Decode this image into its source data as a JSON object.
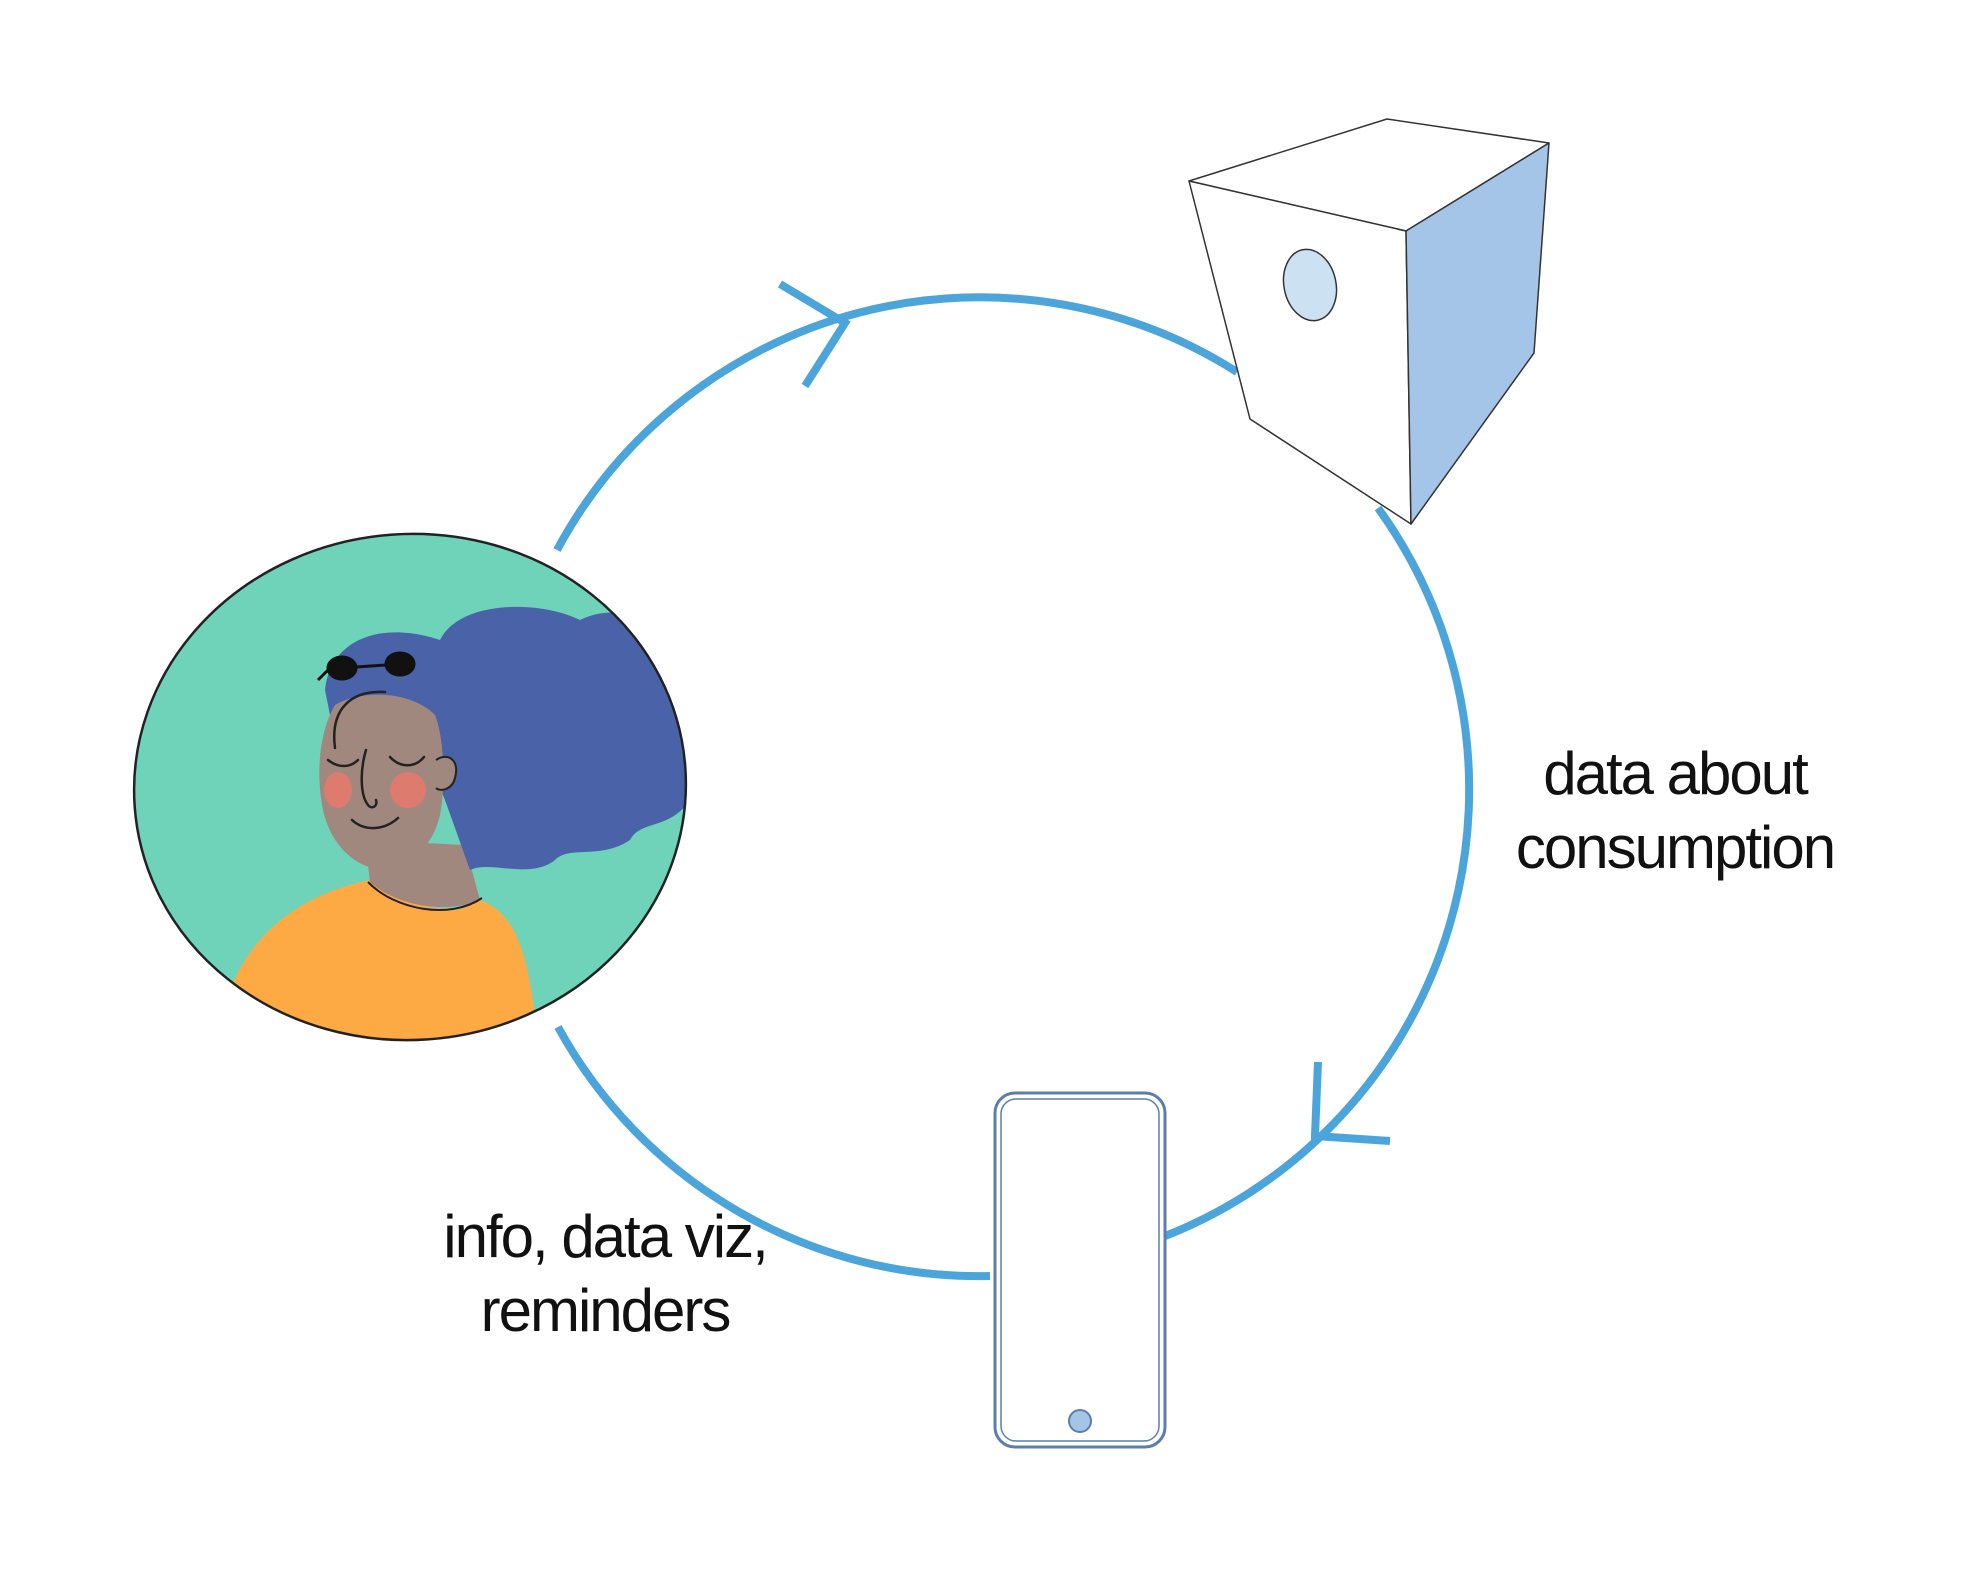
{
  "labels": {
    "consumption": {
      "line1": "data about",
      "line2": "consumption"
    },
    "info": {
      "line1": "info, data viz,",
      "line2": "reminders"
    }
  },
  "colors": {
    "cycle": "#4BA4DA",
    "cube_side": "#A4C5E7",
    "cube_lens": "#CCE1F2",
    "phone_outline": "#5B7FA8",
    "phone_button": "#A4C5E7",
    "portrait_bg": "#6FD3BA",
    "hair": "#4A62A8",
    "shirt": "#FDAA44",
    "skin": "#A0887E",
    "blush": "#E8796C"
  },
  "icons": {
    "flow_arrows": "chevron-arrow-icon",
    "device": "sensor-cube-icon",
    "phone": "smartphone-icon",
    "person": "person-portrait-illustration"
  }
}
